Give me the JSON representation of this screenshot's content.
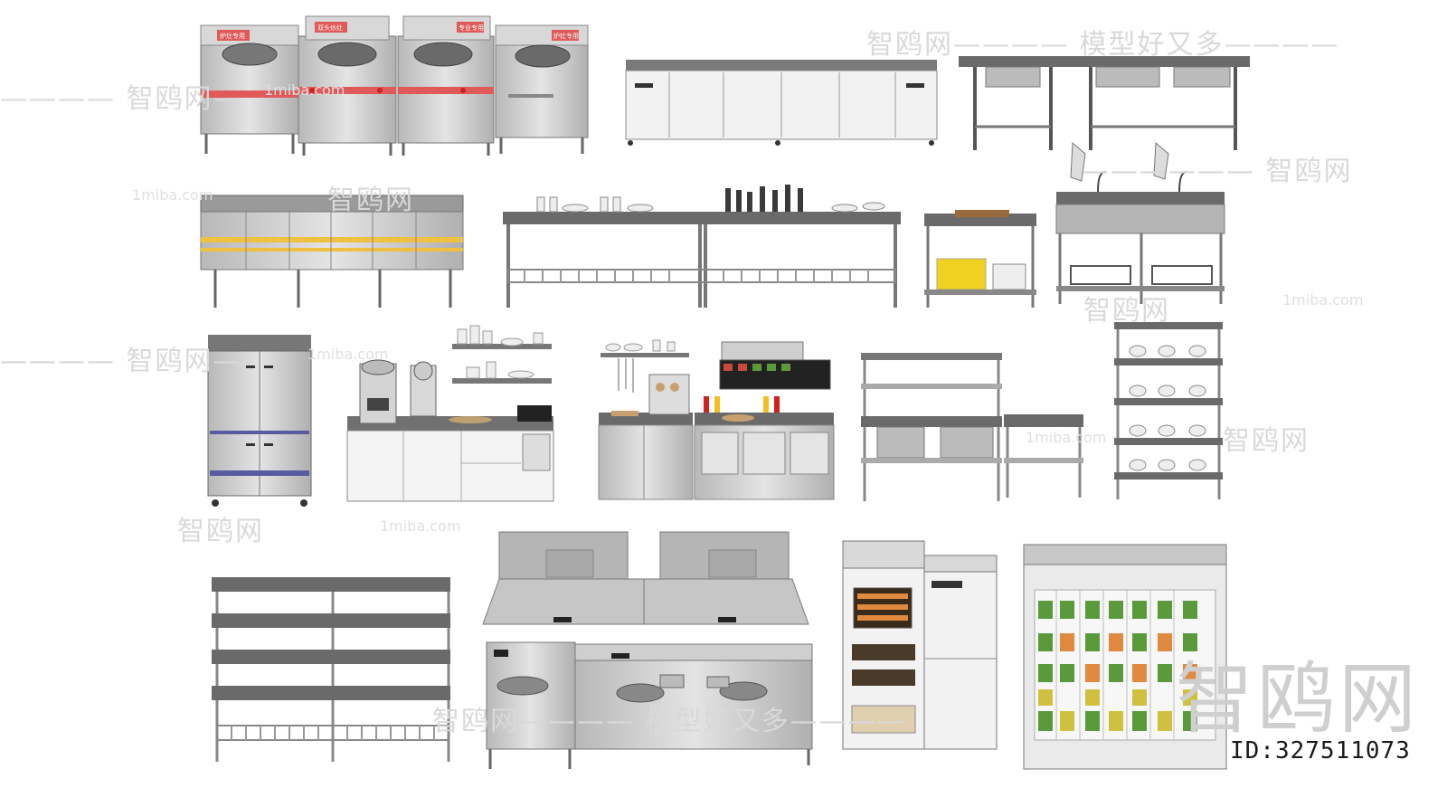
{
  "watermark": {
    "brand": "智鸥网",
    "slogan": "智鸥网———— 模型好又多————",
    "site": "1miba.com",
    "dashes": "———— 智鸥网—",
    "right_dashes": "—————— 智鸥网"
  },
  "model_id": "ID:327511073",
  "stove_tags": [
    "炉灶专用",
    "双头炒灶",
    "专业专用",
    "炉灶专用"
  ],
  "sink_tags": [],
  "colors": {
    "steel": "#c9c9c9",
    "steel_dark": "#8c8c8c",
    "top": "#6e6e6e",
    "red_strip": "#e05a5a",
    "yellow_strip": "#f0c040",
    "produce_green": "#5a9a3a"
  }
}
